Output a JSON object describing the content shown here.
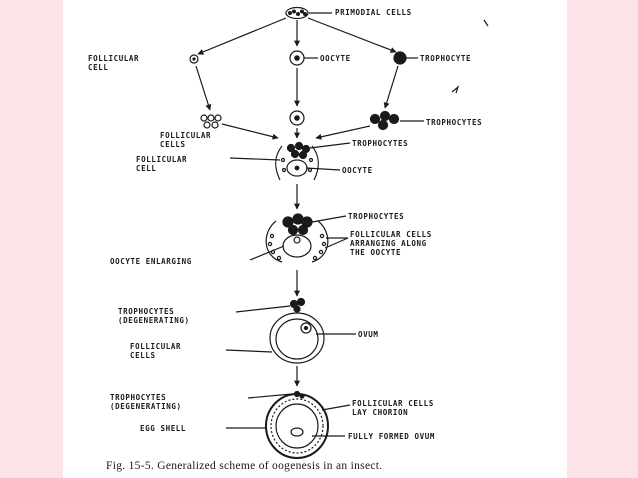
{
  "labels": {
    "primodial_cells": "PRIMODIAL CELLS",
    "follicular_cell_1": "FOLLICULAR\nCELL",
    "oocyte_1": "OOCYTE",
    "trophocyte": "TROPHOCYTE",
    "follicular_cells_2": "FOLLICULAR\nCELLS",
    "trophocytes_2": "TROPHOCYTES",
    "trophocytes_3": "TROPHOCYTES",
    "follicular_cell_3": "FOLLICULAR\nCELL",
    "oocyte_3": "OOCYTE",
    "trophocytes_4": "TROPHOCYTES",
    "follicular_cells_arranging": "FOLLICULAR CELLS\nARRANGING ALONG\nTHE OOCYTE",
    "oocyte_enlarging": "OOCYTE ENLARGING",
    "trophocytes_degenerating_1": "TROPHOCYTES\n(DEGENERATING)",
    "ovum": "OVUM",
    "follicular_cells_5": "FOLLICULAR\nCELLS",
    "trophocytes_degenerating_2": "TROPHOCYTES\n(DEGENERATING)",
    "follicular_cells_lay_chorion": "FOLLICULAR CELLS\nLAY CHORION",
    "egg_shell": "EGG SHELL",
    "fully_formed_ovum": "FULLY FORMED OVUM"
  },
  "caption": "Fig. 15-5. Generalized scheme of oogenesis in an insect."
}
